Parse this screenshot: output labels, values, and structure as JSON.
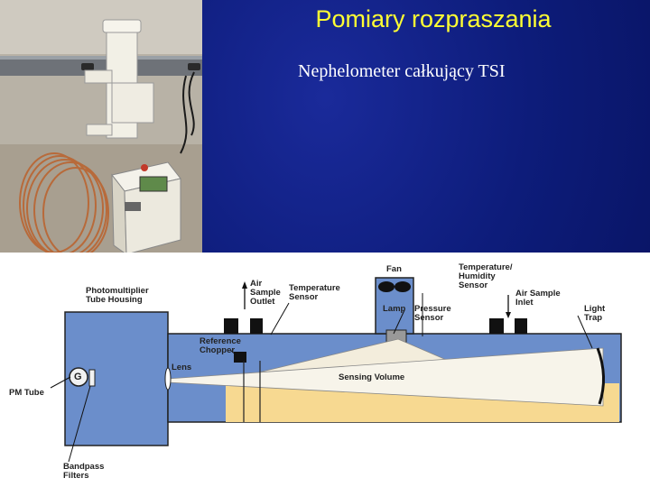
{
  "slide": {
    "title": "Pomiary rozpraszania",
    "subtitle": "Nephelometer całkujący TSI"
  },
  "diagram": {
    "labels": {
      "photomultiplier_housing": "Photomultiplier\nTube Housing",
      "air_sample_outlet": "Air\nSample\nOutlet",
      "temperature_sensor": "Temperature\nSensor",
      "fan": "Fan",
      "temp_humidity_sensor": "Temperature/\nHumidity\nSensor",
      "air_sample_inlet": "Air Sample\nInlet",
      "lamp": "Lamp",
      "pressure_sensor": "Pressure\nSensor",
      "light_trap": "Light\nTrap",
      "reference_chopper": "Reference\nChopper",
      "lens": "Lens",
      "sensing_volume": "Sensing Volume",
      "pm_tube": "PM Tube",
      "pm_letter": "G",
      "bandpass_filters": "Bandpass\nFilters"
    }
  },
  "colors": {
    "title": "#ffff33",
    "subtitle": "#ffffff",
    "background": "#0d1c7a",
    "tube_body": "#6b8ecb",
    "sensing_light": "#f3eddc",
    "sensing_fill": "#f7d991"
  }
}
